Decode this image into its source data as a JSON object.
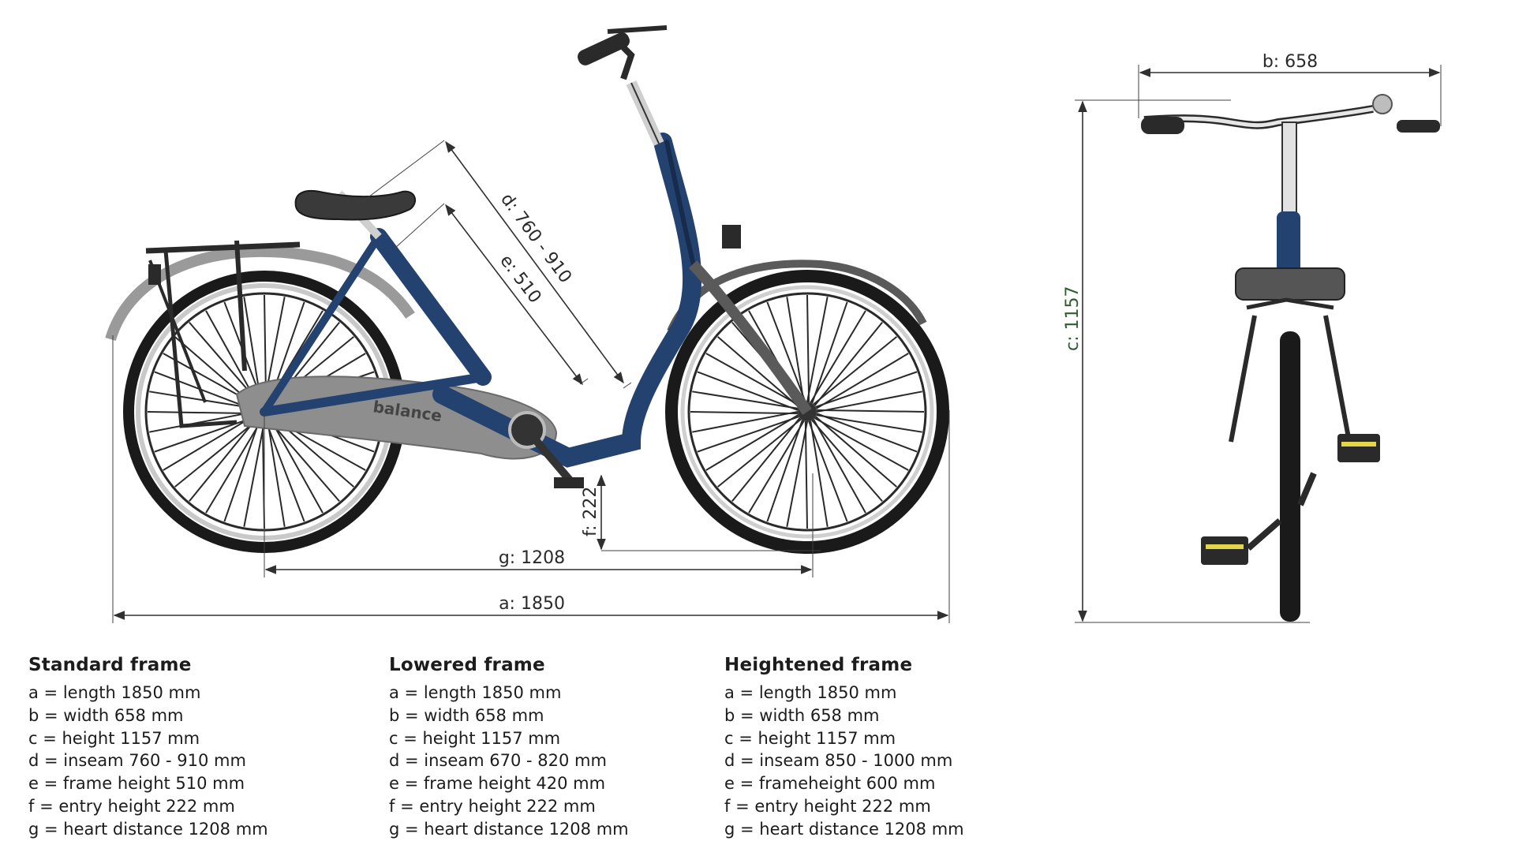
{
  "dimensions": {
    "a": "a: 1850",
    "b": "b: 658",
    "c": "c: 1157",
    "d": "d: 760 - 910",
    "e": "e: 510",
    "f": "f: 222",
    "g": "g: 1208"
  },
  "brand_mark": "balance",
  "colors": {
    "frame": "#24426f",
    "frame_dark": "#172c4d",
    "guard": "#8e8e8e",
    "tyre": "#1a1a1a",
    "dimension": "#303030"
  },
  "frames": [
    {
      "heading": "Standard frame",
      "lines": [
        "a = length 1850 mm",
        "b = width 658 mm",
        "c = height 1157 mm",
        "d = inseam 760 - 910 mm",
        "e = frame height 510 mm",
        "f = entry height 222 mm",
        "g = heart distance 1208 mm"
      ]
    },
    {
      "heading": "Lowered frame",
      "lines": [
        "a = length 1850 mm",
        "b = width 658 mm",
        "c = height 1157 mm",
        "d = inseam 670 - 820 mm",
        "e = frame height 420 mm",
        "f = entry height 222 mm",
        "g = heart distance 1208 mm"
      ]
    },
    {
      "heading": "Heightened frame",
      "lines": [
        "a = length 1850 mm",
        "b = width 658 mm",
        "c = height 1157 mm",
        "d = inseam 850 - 1000 mm",
        "e = frameheight 600 mm",
        "f = entry height 222 mm",
        "g = heart distance 1208 mm"
      ]
    }
  ]
}
